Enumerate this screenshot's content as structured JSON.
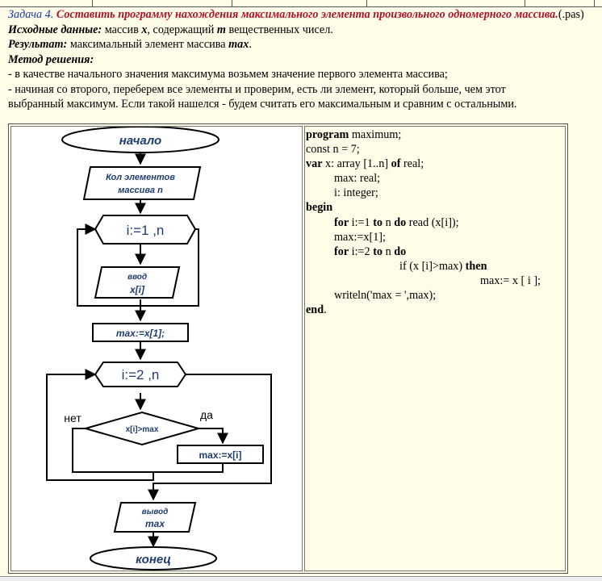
{
  "task": {
    "label": "Задача 4.",
    "title": "Составить программу нахождения максимального элемента произвольного одномерного массива.",
    "ext": "(.pas)"
  },
  "input": {
    "label": "Исходные данные:",
    "text_a": "массив",
    "var_x": "x",
    "text_b": ", содержащий",
    "var_m": "m",
    "text_c": "вещественных чисел."
  },
  "result": {
    "label": "Результат:",
    "text": "максимальный элемент массива",
    "var": "max",
    "tail": "."
  },
  "method": {
    "label": "Метод решения:",
    "line1": "- в качестве начального значения максимума возьмем значение первого элемента массива;",
    "line2": "- начиная со второго, переберем все элементы и проверим, есть ли элемент, который больше, чем этот",
    "line3": "выбранный максимум. Если такой нашелся - будем считать его максимальным и сравним с остальными."
  },
  "flowchart": {
    "start": "начало",
    "input_count_1": "Кол элементов",
    "input_count_2": "массива n",
    "loop1": "i:=1 ,n",
    "read_1": "ввод",
    "read_2": "x[i]",
    "assign": "max:=x[1];",
    "loop2": "i:=2 ,n",
    "condition": "x[i]>max",
    "no": "нет",
    "yes": "да",
    "update": "max:=x[i]",
    "output_1": "вывод",
    "output_2": "max",
    "end": "конец"
  },
  "code": {
    "l1a": "program",
    "l1b": " maximum;",
    "l2": "const n = 7;",
    "l3a": "var",
    "l3b": " x: array [1..n] ",
    "l3c": "of",
    "l3d": " real;",
    "l4": "max: real;",
    "l5": "i: integer;",
    "l6": "begin",
    "l7a": "for",
    "l7b": " i:=1 ",
    "l7c": "to",
    "l7d": " n ",
    "l7e": "do",
    "l7f": " read (x[i]);",
    "l8": "max:=x[1];",
    "l9a": "for",
    "l9b": " i:=2 ",
    "l9c": "to",
    "l9d": " n ",
    "l9e": "do",
    "l10a": "if (x [i]>max) ",
    "l10b": "then",
    "l11": "max:= x [ i ];",
    "l12": "writeln('max = ',max);",
    "l13a": "end",
    "l13b": "."
  },
  "colors": {
    "page_bg": "#fffde8",
    "title_red": "#b0102a",
    "label_blue": "#1b3aa8",
    "flow_blue": "#1f3d6e"
  }
}
